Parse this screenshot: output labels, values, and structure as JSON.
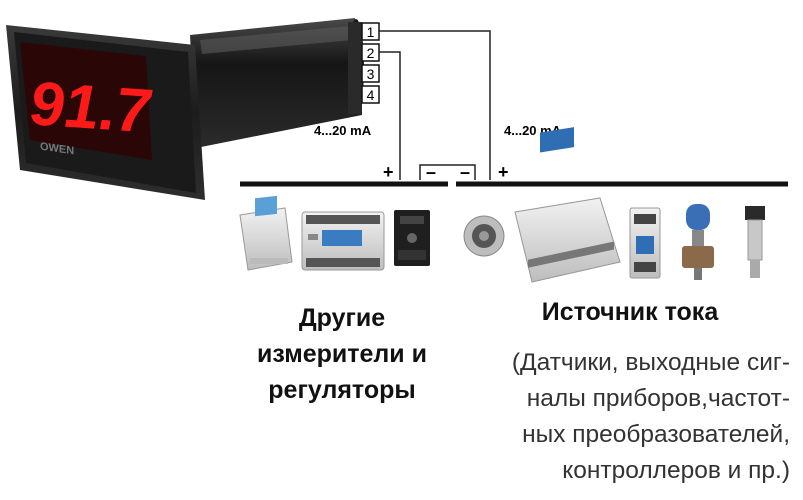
{
  "device": {
    "display_value": "91.7",
    "brand": "OWEN"
  },
  "terminals": [
    "1",
    "2",
    "3",
    "4"
  ],
  "current_labels": {
    "left": "4...20 mA",
    "right": "4...20 mA"
  },
  "polarity": {
    "left_plus": "+",
    "left_minus": "–",
    "right_minus": "–",
    "right_plus": "+"
  },
  "groups": {
    "other_meters": {
      "label_line1": "Другие",
      "label_line2": "измерители и",
      "label_line3": "регуляторы"
    },
    "current_source": {
      "title": "Источник тока",
      "desc_line1": "(Датчики, выходные сиг-",
      "desc_line2": "налы приборов,частот-",
      "desc_line3": "ных преобразователей,",
      "desc_line4": "контроллеров и пр.)"
    }
  },
  "colors": {
    "display_red": "#ff1a1a",
    "housing": "#2a2a2a",
    "wire": "#222222"
  }
}
